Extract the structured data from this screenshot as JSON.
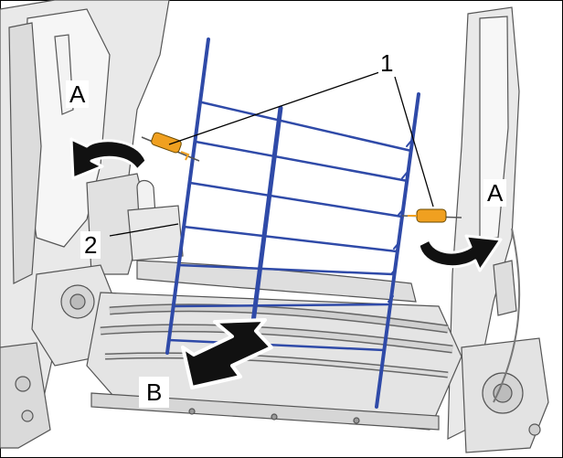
{
  "labels": {
    "A_left": "A",
    "A_right": "A",
    "one": "1",
    "two": "2",
    "B": "B"
  },
  "colors": {
    "frame_fill": "#eeeeee",
    "frame_stroke": "#555555",
    "grid_blue": "#2f4aa8",
    "spring_orange": "#f0a020",
    "arrow_black": "#111111"
  },
  "icons": {
    "rotate_arrow": "curved-rotation-arrow-icon",
    "direction_arrow": "straight-direction-arrow-icon",
    "spring": "tension-spring-icon"
  }
}
